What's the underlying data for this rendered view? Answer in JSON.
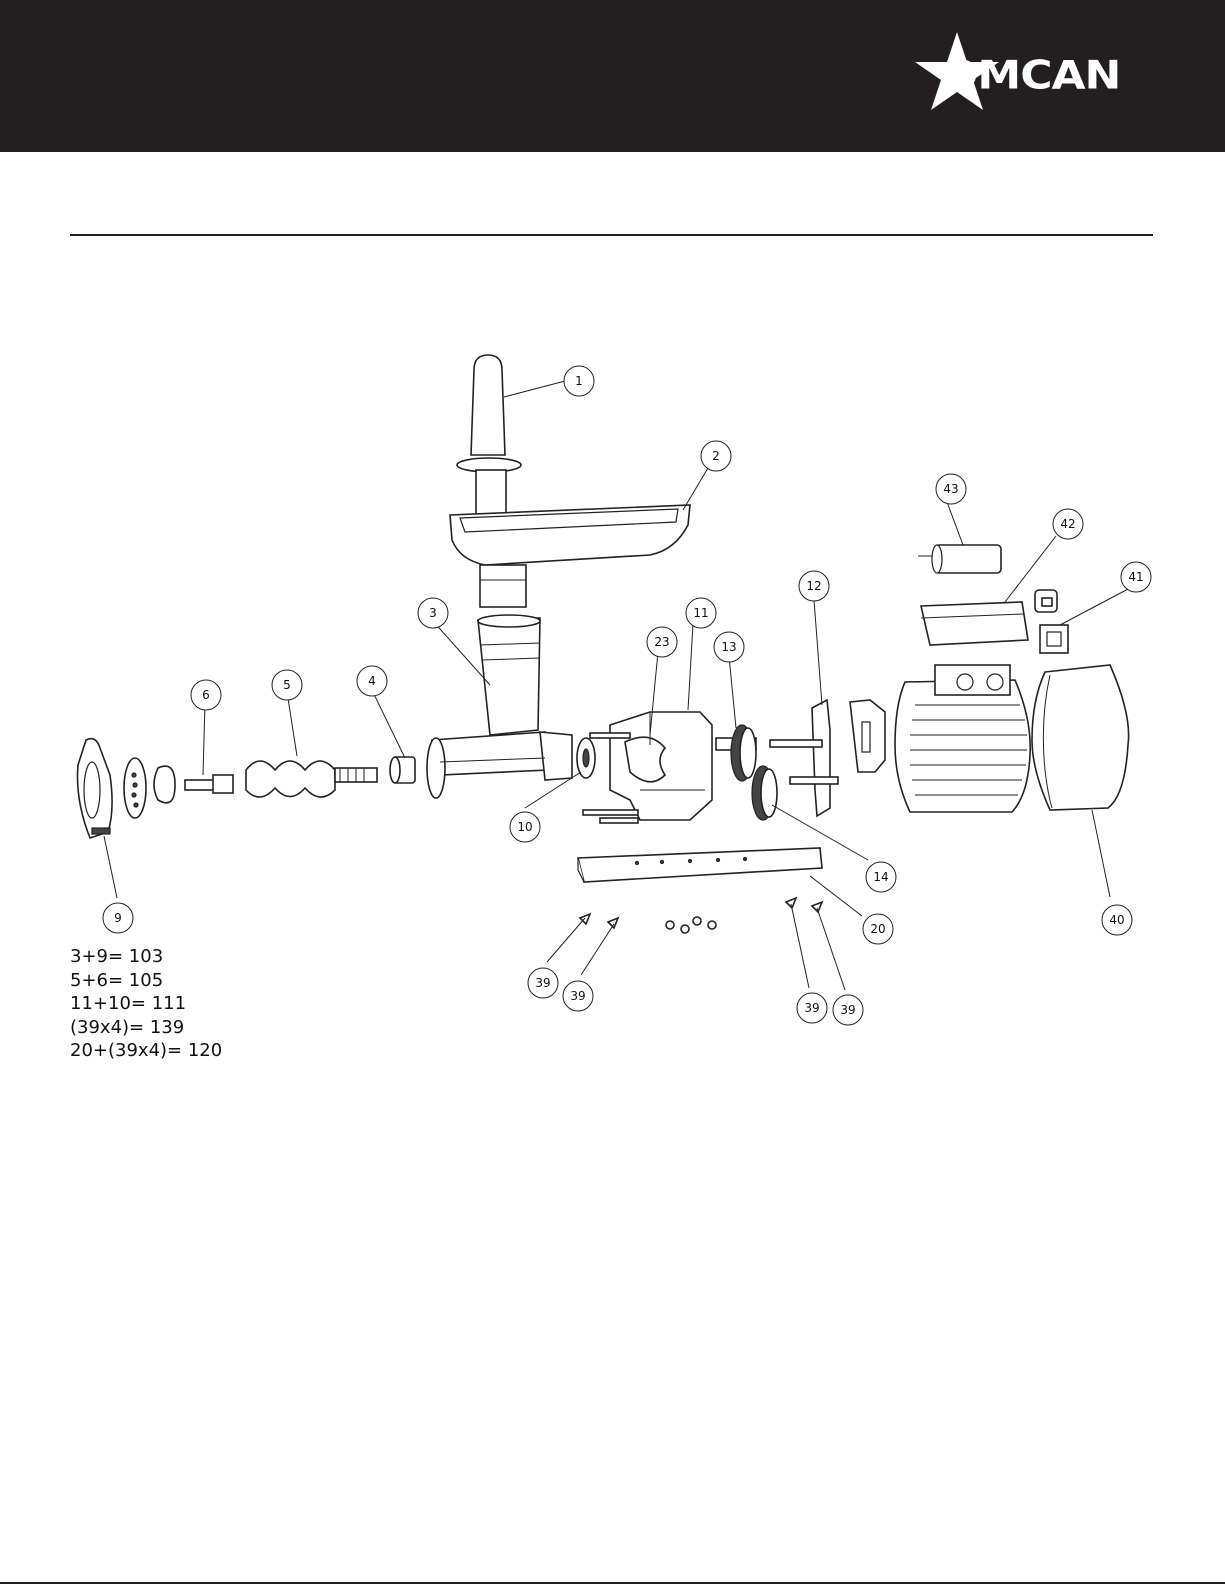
{
  "header": {
    "brand": "OMCAN",
    "colors": {
      "bar": "#231f20",
      "logo": "#ffffff"
    }
  },
  "callouts": [
    {
      "id": "c1",
      "label": "1"
    },
    {
      "id": "c2",
      "label": "2"
    },
    {
      "id": "c3",
      "label": "3"
    },
    {
      "id": "c4",
      "label": "4"
    },
    {
      "id": "c5",
      "label": "5"
    },
    {
      "id": "c6",
      "label": "6"
    },
    {
      "id": "c9",
      "label": "9"
    },
    {
      "id": "c10",
      "label": "10"
    },
    {
      "id": "c11",
      "label": "11"
    },
    {
      "id": "c12",
      "label": "12"
    },
    {
      "id": "c13",
      "label": "13"
    },
    {
      "id": "c14",
      "label": "14"
    },
    {
      "id": "c20",
      "label": "20"
    },
    {
      "id": "c23",
      "label": "23"
    },
    {
      "id": "c39a",
      "label": "39"
    },
    {
      "id": "c39b",
      "label": "39"
    },
    {
      "id": "c39c",
      "label": "39"
    },
    {
      "id": "c39d",
      "label": "39"
    },
    {
      "id": "c40",
      "label": "40"
    },
    {
      "id": "c41",
      "label": "41"
    },
    {
      "id": "c42",
      "label": "42"
    },
    {
      "id": "c43",
      "label": "43"
    }
  ],
  "combinations": [
    "3+9= 103",
    "5+6= 105",
    "11+10= 111",
    "(39x4)= 139",
    "20+(39x4)= 120"
  ]
}
